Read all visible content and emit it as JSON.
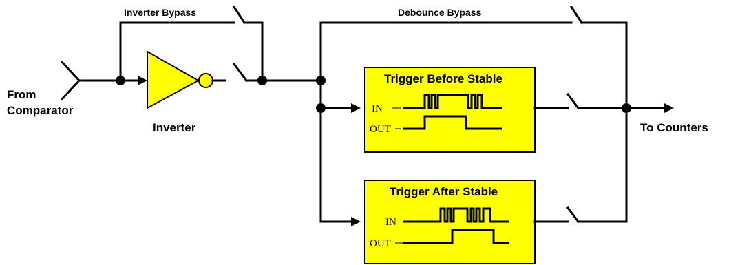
{
  "labels": {
    "source_line1": "From",
    "source_line2": "Comparator",
    "destination": "To Counters",
    "inverter": "Inverter",
    "inverter_bypass": "Inverter Bypass",
    "debounce_bypass": "Debounce Bypass"
  },
  "blocks": {
    "trigger_before": {
      "title": "Trigger Before Stable",
      "in_label": "IN",
      "out_label": "OUT"
    },
    "trigger_after": {
      "title": "Trigger After Stable",
      "in_label": "IN",
      "out_label": "OUT"
    }
  },
  "colors": {
    "block_fill": "#ffff00",
    "wire": "#000000",
    "background": "#ffffff"
  }
}
